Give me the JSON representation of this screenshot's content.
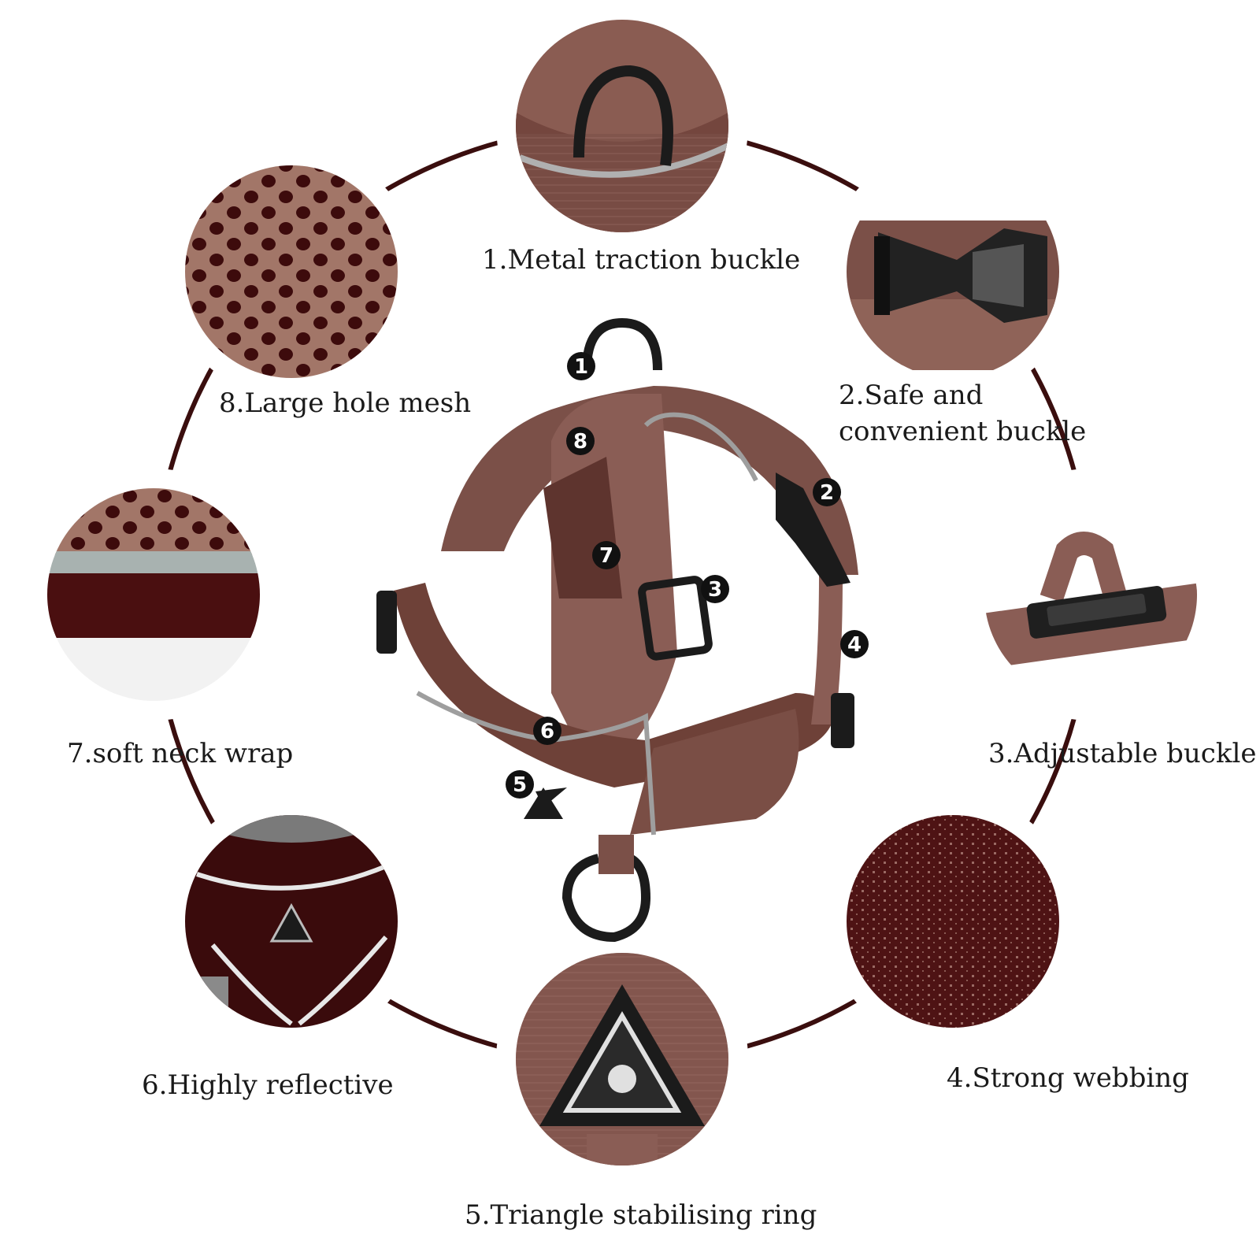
{
  "colors": {
    "ring": "#3a0e0e",
    "fabric": "#7b5048",
    "fabric_dark": "#4a1d1a",
    "mesh_dark": "#4a0f10",
    "mesh_light": "#a27668",
    "reflective": "#9e9e9e",
    "hardware": "#1b1b1b"
  },
  "features": [
    {
      "number": "1",
      "text": "1.Metal traction buckle",
      "icon": "metal-ring-icon"
    },
    {
      "number": "2",
      "text": "2.Safe and",
      "text2": "convenient buckle",
      "icon": "side-release-buckle-icon"
    },
    {
      "number": "3",
      "text": "3.Adjustable buckle",
      "icon": "slider-buckle-icon"
    },
    {
      "number": "4",
      "text": "4.Strong webbing",
      "icon": "webbing-texture-icon"
    },
    {
      "number": "5",
      "text": "5.Triangle stabilising ring",
      "icon": "triangle-ring-icon"
    },
    {
      "number": "6",
      "text": "6.Highly reflective",
      "icon": "reflective-strip-icon"
    },
    {
      "number": "7",
      "text": "7.soft neck wrap",
      "icon": "padded-neck-icon"
    },
    {
      "number": "8",
      "text": "8.Large hole mesh",
      "icon": "mesh-texture-icon"
    }
  ],
  "callouts": [
    "1",
    "2",
    "3",
    "4",
    "5",
    "6",
    "7",
    "8"
  ]
}
